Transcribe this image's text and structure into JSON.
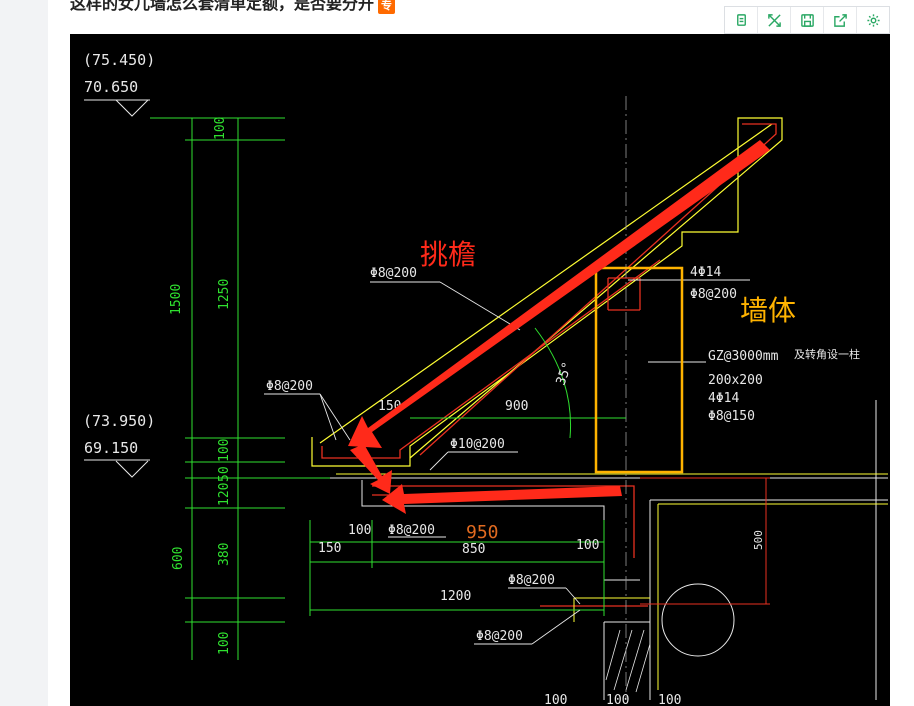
{
  "header": {
    "title": "这样的女儿墙怎么套清单定额，是否要分开",
    "badge": "专"
  },
  "toolbar": {
    "buttons": [
      {
        "name": "copy-icon"
      },
      {
        "name": "fullscreen-icon"
      },
      {
        "name": "save-icon"
      },
      {
        "name": "share-icon"
      },
      {
        "name": "settings-icon"
      }
    ]
  },
  "drawing": {
    "elev_top_paren": "(75.450)",
    "elev_top": "70.650",
    "elev_mid_paren": "(73.950)",
    "elev_mid": "69.150",
    "dims_left": {
      "d100a": "100",
      "d1500": "1500",
      "d1250": "1250",
      "d100b": "100",
      "d50": "50",
      "d120": "120",
      "d600": "600",
      "d380": "380",
      "d100c": "100"
    },
    "rebar": {
      "r1": "Φ8@200",
      "r2": "Φ8@200",
      "r3": "Φ10@200",
      "r4": "Φ8@200",
      "r5": "Φ8@200",
      "r6": "Φ8@200",
      "r7": "Φ8@200"
    },
    "col": {
      "a": "4Φ14",
      "b": "GZ@3000mm",
      "c": "及转角设一柱",
      "d": "200x200",
      "e": "4Φ14",
      "f": "Φ8@150"
    },
    "dims_h": {
      "d150a": "150",
      "d900": "900",
      "d100": "100",
      "d150b": "150",
      "d850": "850",
      "d100b": "100",
      "d1200": "1200",
      "d500": "500",
      "b1": "100",
      "b2": "100",
      "b3": "100"
    },
    "angle": "35°",
    "annot_eave": "挑檐",
    "annot_wall": "墙体",
    "annot_950": "950"
  },
  "colors": {
    "annot_red": "#ff2a1a",
    "annot_orange": "#ffb300",
    "cad_green": "#2fe02f",
    "cad_yellow": "#ffff33",
    "cad_white": "#e8e8e8",
    "cad_red": "#e83020"
  }
}
